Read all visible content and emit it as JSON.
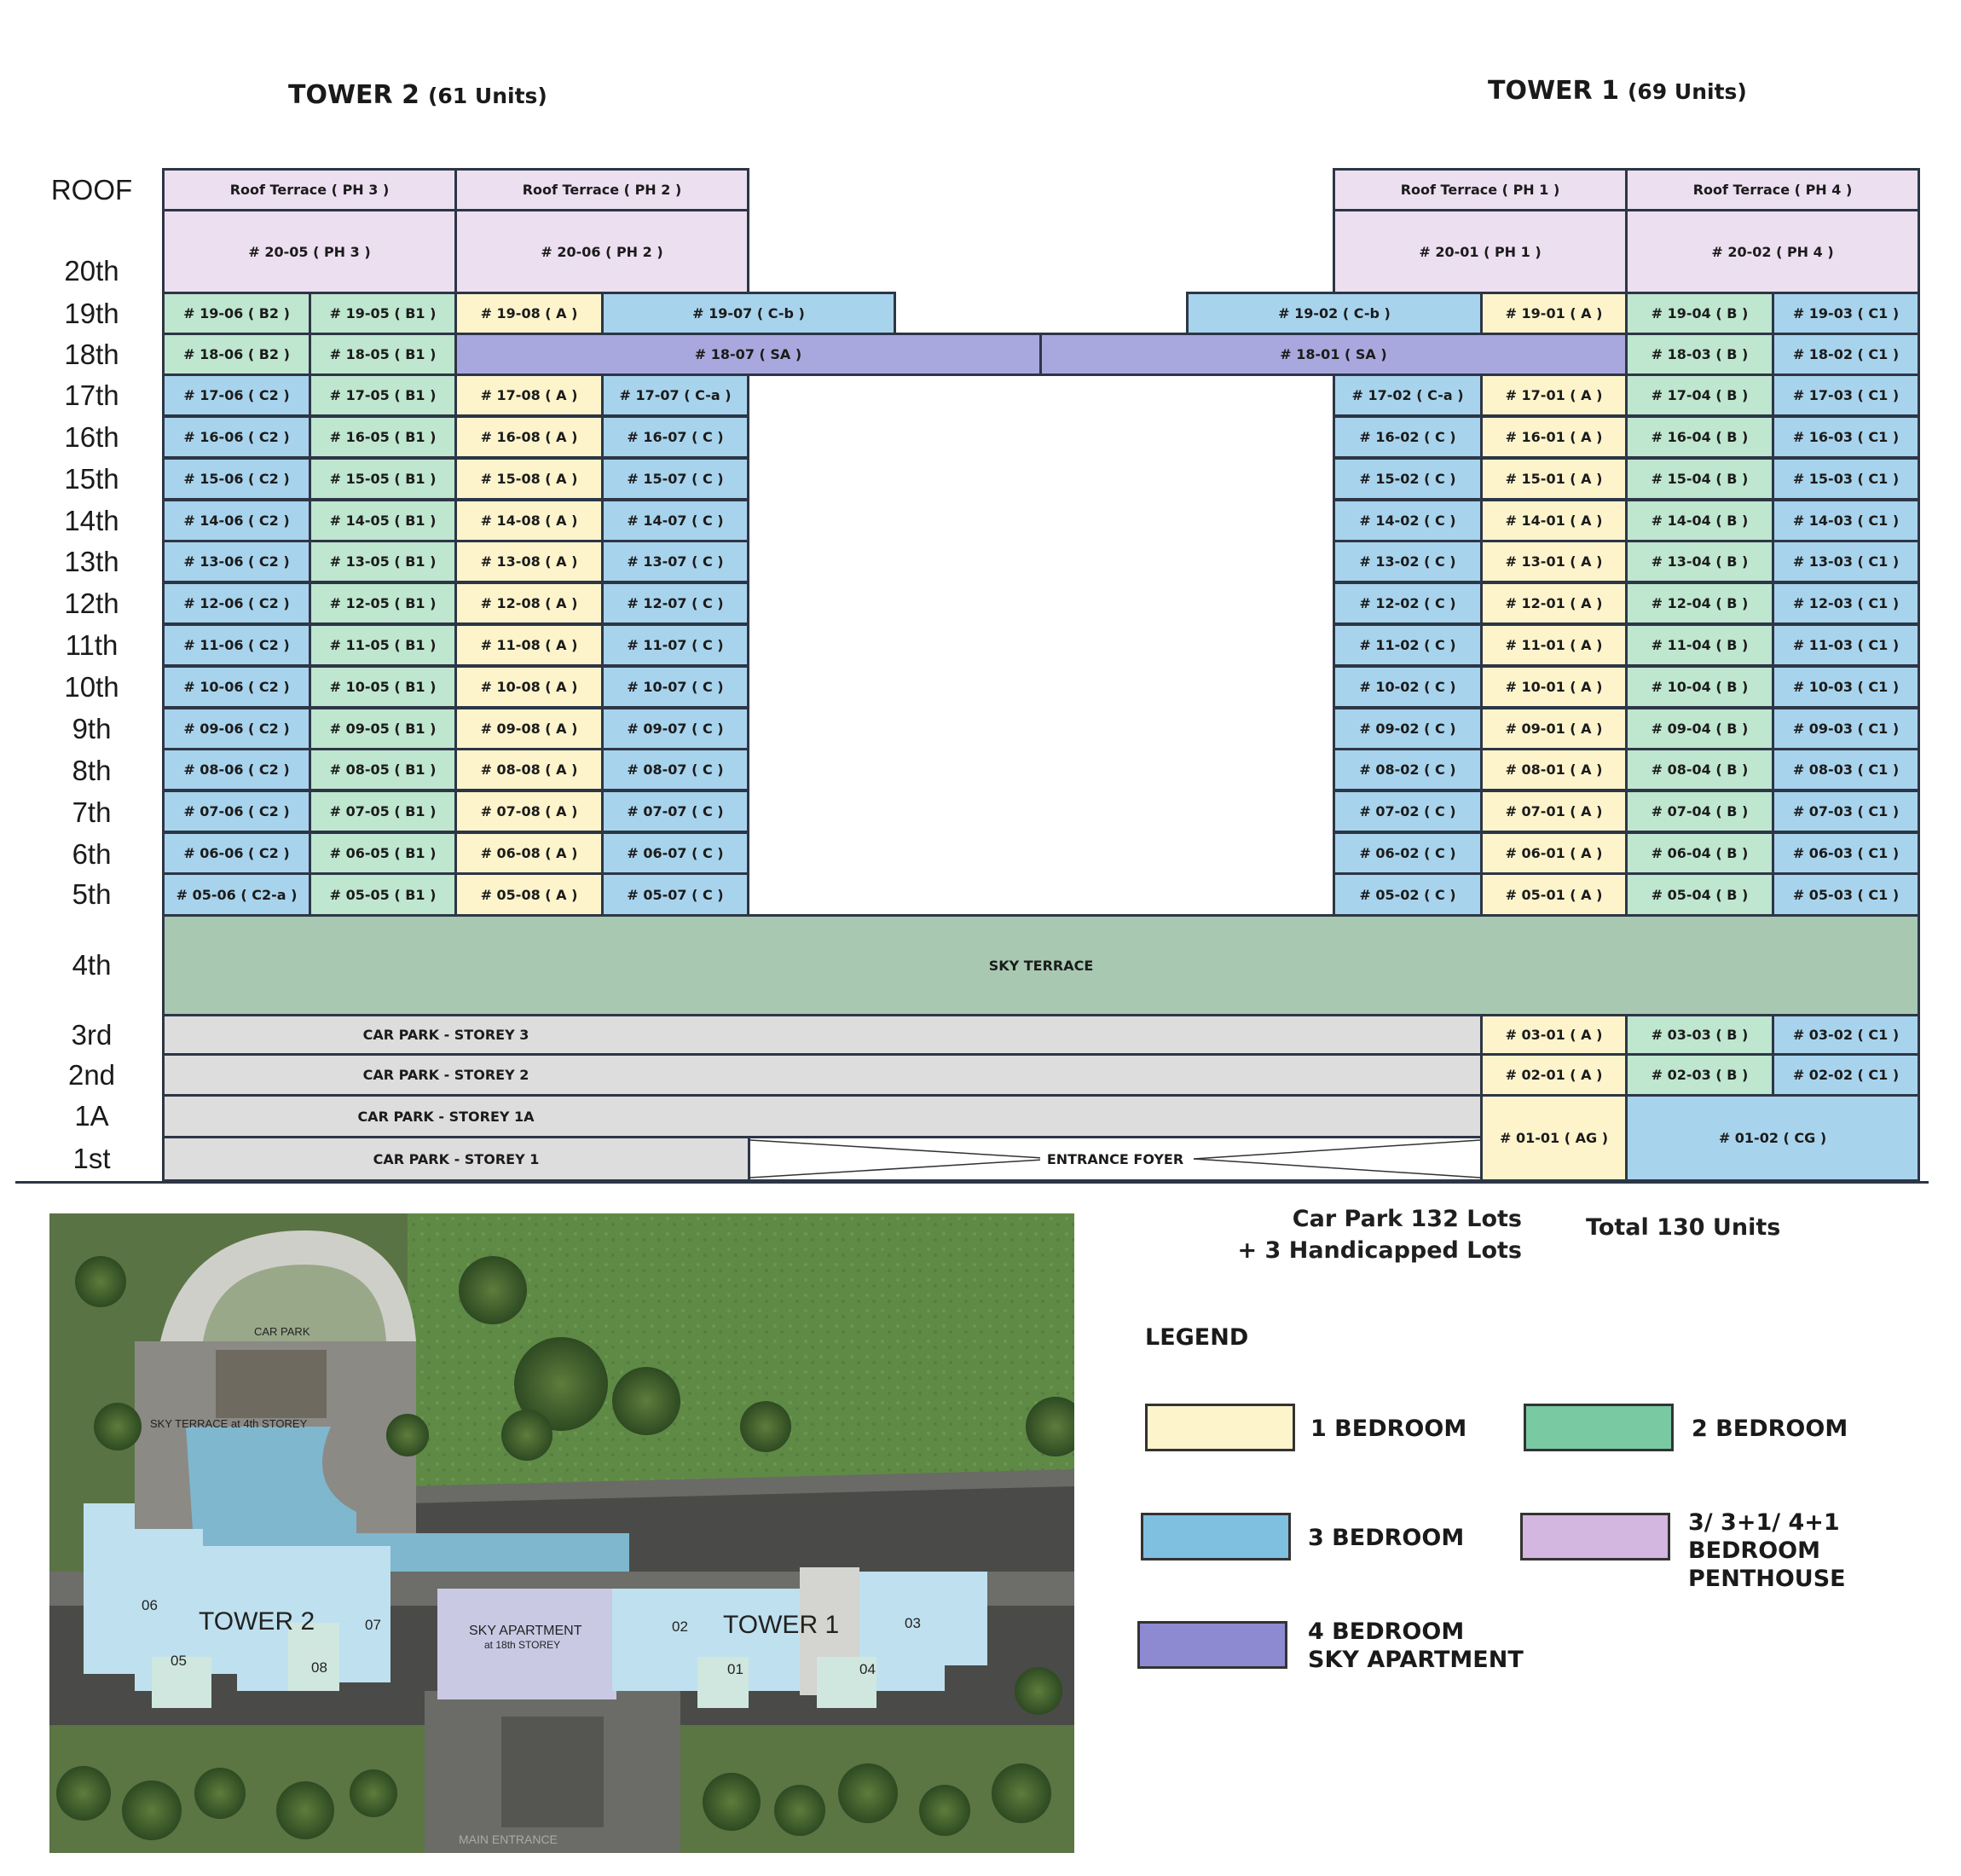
{
  "towers": {
    "tower2": {
      "name": "TOWER 2",
      "count": "(61 Units)"
    },
    "tower1": {
      "name": "TOWER 1",
      "count": "(69 Units)"
    }
  },
  "floors": [
    "ROOF",
    "20th",
    "19th",
    "18th",
    "17th",
    "16th",
    "15th",
    "14th",
    "13th",
    "12th",
    "11th",
    "10th",
    "9th",
    "8th",
    "7th",
    "6th",
    "5th",
    "4th",
    "3rd",
    "2nd",
    "1A",
    "1st"
  ],
  "units": {
    "roof_ph3": "Roof Terrace ( PH 3 )",
    "roof_ph2": "Roof Terrace ( PH 2 )",
    "roof_ph1": "Roof Terrace ( PH 1 )",
    "roof_ph4": "Roof Terrace ( PH 4 )",
    "u20_05": "# 20-05 ( PH 3 )",
    "u20_06": "# 20-06 ( PH 2 )",
    "u20_01": "# 20-01 ( PH 1 )",
    "u20_02": "# 20-02 ( PH 4 )",
    "u19_06": "# 19-06 ( B2 )",
    "u19_05": "# 19-05 ( B1 )",
    "u19_08": "# 19-08 ( A )",
    "u19_07": "# 19-07 ( C-b )",
    "u19_02": "# 19-02 ( C-b )",
    "u19_01": "# 19-01 ( A )",
    "u19_04": "# 19-04 ( B )",
    "u19_03": "# 19-03 ( C1 )",
    "u18_06": "# 18-06 ( B2 )",
    "u18_05": "# 18-05 ( B1 )",
    "u18_07": "# 18-07 ( SA )",
    "u18_01": "# 18-01 ( SA )",
    "u18_03": "# 18-03 ( B )",
    "u18_02": "# 18-02 ( C1 )",
    "u17_06": "# 17-06 ( C2 )",
    "u17_05": "# 17-05 ( B1 )",
    "u17_08": "# 17-08 ( A )",
    "u17_07": "# 17-07 ( C-a )",
    "u17_02": "# 17-02 ( C-a )",
    "u17_01": "# 17-01 ( A )",
    "u17_04": "# 17-04 ( B )",
    "u17_03": "# 17-03 ( C1 )",
    "u05_06": "# 05-06 ( C2-a )",
    "u05_05": "# 05-05 ( B1 )",
    "u05_08": "# 05-08 ( A )",
    "u05_07": "# 05-07 ( C )",
    "u05_02": "# 05-02 ( C )",
    "u05_01": "# 05-01 ( A )",
    "u05_04": "# 05-04 ( B )",
    "u05_03": "# 05-03 ( C1 )",
    "sky_terrace": "SKY TERRACE",
    "car3": "CAR PARK - STOREY 3",
    "car2": "CAR PARK -  STOREY 2",
    "car1a": "CAR PARK -  STOREY 1A",
    "car1": "CAR PARK - STOREY 1",
    "foyer": "ENTRANCE FOYER",
    "u03_01": "# 03-01 ( A )",
    "u03_03": "# 03-03 ( B )",
    "u03_02": "# 03-02 ( C1 )",
    "u02_01": "# 02-01 ( A )",
    "u02_03": "# 02-03 ( B )",
    "u02_02": "# 02-02 ( C1 )",
    "u01_01": "# 01-01 ( AG )",
    "u01_02": "# 01-02 ( CG )"
  },
  "typical_rows": [
    {
      "floor": "16",
      "cells": [
        "# 16-06 ( C2 )",
        "# 16-05 ( B1 )",
        "# 16-08 ( A )",
        "# 16-07 ( C )",
        "# 16-02 ( C )",
        "# 16-01 ( A )",
        "# 16-04 ( B )",
        "# 16-03 ( C1 )"
      ]
    },
    {
      "floor": "15",
      "cells": [
        "# 15-06 ( C2 )",
        "# 15-05 ( B1 )",
        "# 15-08 ( A )",
        "# 15-07 ( C )",
        "# 15-02 ( C )",
        "# 15-01 ( A )",
        "# 15-04 ( B )",
        "# 15-03 ( C1 )"
      ]
    },
    {
      "floor": "14",
      "cells": [
        "# 14-06 ( C2 )",
        "# 14-05 ( B1 )",
        "# 14-08 ( A )",
        "# 14-07 ( C )",
        "# 14-02 ( C )",
        "# 14-01 ( A )",
        "# 14-04 ( B )",
        "# 14-03 ( C1 )"
      ]
    },
    {
      "floor": "13",
      "cells": [
        "# 13-06 ( C2 )",
        "# 13-05 ( B1 )",
        "# 13-08 ( A )",
        "# 13-07 ( C )",
        "# 13-02 ( C )",
        "# 13-01 ( A )",
        "# 13-04 ( B )",
        "# 13-03 ( C1 )"
      ]
    },
    {
      "floor": "12",
      "cells": [
        "# 12-06 ( C2 )",
        "# 12-05 ( B1 )",
        "# 12-08 ( A )",
        "# 12-07 ( C )",
        "# 12-02 ( C )",
        "# 12-01 ( A )",
        "# 12-04 ( B )",
        "# 12-03 ( C1 )"
      ]
    },
    {
      "floor": "11",
      "cells": [
        "# 11-06 ( C2 )",
        "# 11-05 ( B1 )",
        "# 11-08 ( A )",
        "# 11-07 ( C )",
        "# 11-02 ( C )",
        "# 11-01 ( A )",
        "# 11-04 ( B )",
        "# 11-03 ( C1 )"
      ]
    },
    {
      "floor": "10",
      "cells": [
        "# 10-06 ( C2 )",
        "# 10-05 ( B1 )",
        "# 10-08 ( A )",
        "# 10-07 ( C )",
        "# 10-02 ( C )",
        "# 10-01 ( A )",
        "# 10-04 ( B )",
        "# 10-03 ( C1 )"
      ]
    },
    {
      "floor": "09",
      "cells": [
        "# 09-06 ( C2 )",
        "# 09-05 ( B1 )",
        "# 09-08 ( A )",
        "# 09-07 ( C )",
        "# 09-02 ( C )",
        "# 09-01 ( A )",
        "# 09-04 ( B )",
        "# 09-03 ( C1 )"
      ]
    },
    {
      "floor": "08",
      "cells": [
        "# 08-06 ( C2 )",
        "# 08-05 ( B1 )",
        "# 08-08 ( A )",
        "# 08-07 ( C )",
        "# 08-02 ( C )",
        "# 08-01 ( A )",
        "# 08-04 ( B )",
        "# 08-03 ( C1 )"
      ]
    },
    {
      "floor": "07",
      "cells": [
        "# 07-06 ( C2 )",
        "# 07-05 ( B1 )",
        "# 07-08 ( A )",
        "# 07-07 ( C )",
        "# 07-02 ( C )",
        "# 07-01 ( A )",
        "# 07-04 ( B )",
        "# 07-03 ( C1 )"
      ]
    },
    {
      "floor": "06",
      "cells": [
        "# 06-06 ( C2 )",
        "# 06-05 ( B1 )",
        "# 06-08 ( A )",
        "# 06-07 ( C )",
        "# 06-02 ( C )",
        "# 06-01 ( A )",
        "# 06-04 ( B )",
        "# 06-03 ( C1 )"
      ]
    }
  ],
  "typical_types": [
    "c3",
    "c2",
    "c1",
    "c3",
    "c3",
    "c1",
    "c2",
    "c3"
  ],
  "stats": {
    "carpark_line1": "Car Park 132 Lots",
    "carpark_line2": "+ 3 Handicapped Lots",
    "total": "Total 130 Units"
  },
  "legend": {
    "title": "LEGEND",
    "one_bed": "1 BEDROOM",
    "two_bed": "2 BEDROOM",
    "three_bed": "3 BEDROOM",
    "penthouse": "3/ 3+1/ 4+1 BEDROOM\nPENTHOUSE",
    "sky_apt": "4 BEDROOM\nSKY APARTMENT"
  },
  "colors": {
    "one_bed": "#fdf4cc",
    "two_bed": "#bfe6cf",
    "three_bed": "#a8d3ec",
    "four_bed": "#a9a8de",
    "penthouse": "#ecdff0",
    "sky_terrace": "#a8c8b2",
    "car_park": "#dddddd"
  },
  "siteplan": {
    "car_park": "CAR PARK",
    "sky_terrace": "SKY TERRACE at 4th STOREY",
    "tower2": "TOWER 2",
    "tower1": "TOWER 1",
    "sky_apartment_1": "SKY APARTMENT",
    "sky_apartment_2": "at 18th   STOREY",
    "main_entrance": "MAIN ENTRANCE",
    "u06": "06",
    "u05": "05",
    "u07": "07",
    "u08": "08",
    "u02": "02",
    "u01": "01",
    "u03": "03",
    "u04": "04"
  }
}
